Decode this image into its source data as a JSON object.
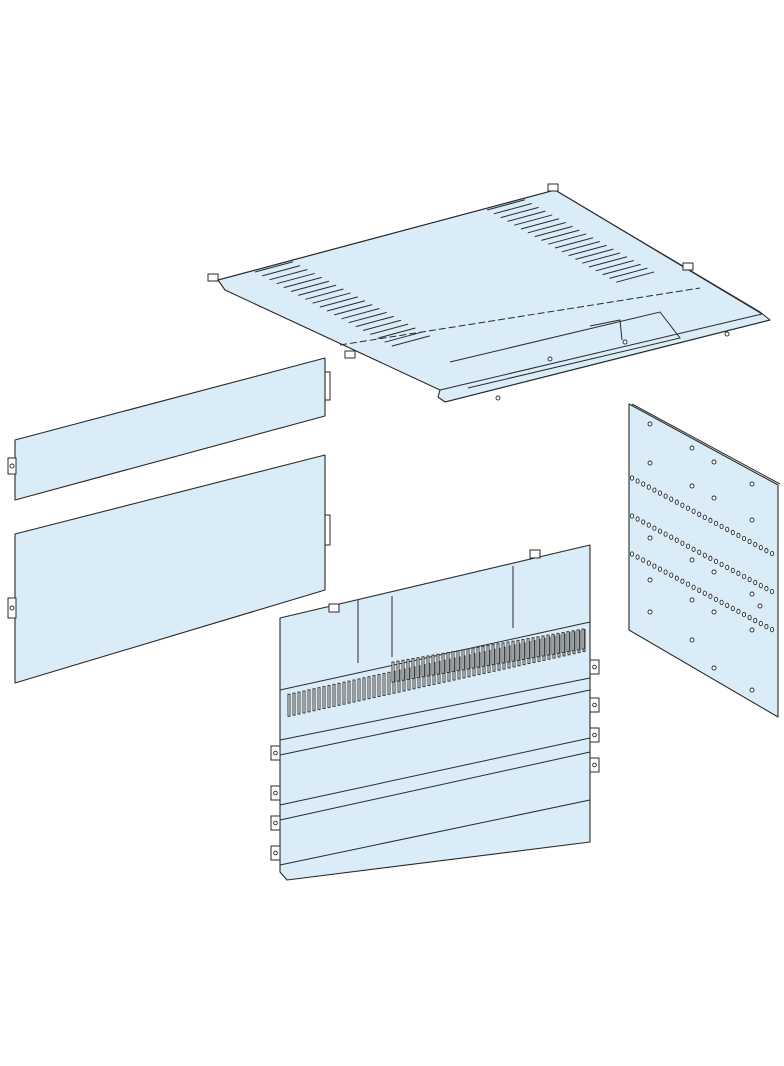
{
  "diagram": {
    "colors": {
      "panel_fill": "#d9ecf8",
      "outline": "#2a2a2a",
      "background": "#ffffff"
    },
    "parts": [
      {
        "id": "top-cover",
        "kind": "ventilated top cover panel"
      },
      {
        "id": "side-panel-upper",
        "kind": "side panel (short)"
      },
      {
        "id": "side-panel-lower",
        "kind": "side panel (tall)"
      },
      {
        "id": "front-ventilated-panel",
        "kind": "front panel with vent slots"
      },
      {
        "id": "perforated-mounting-plate",
        "kind": "perforated mounting plate"
      }
    ]
  }
}
